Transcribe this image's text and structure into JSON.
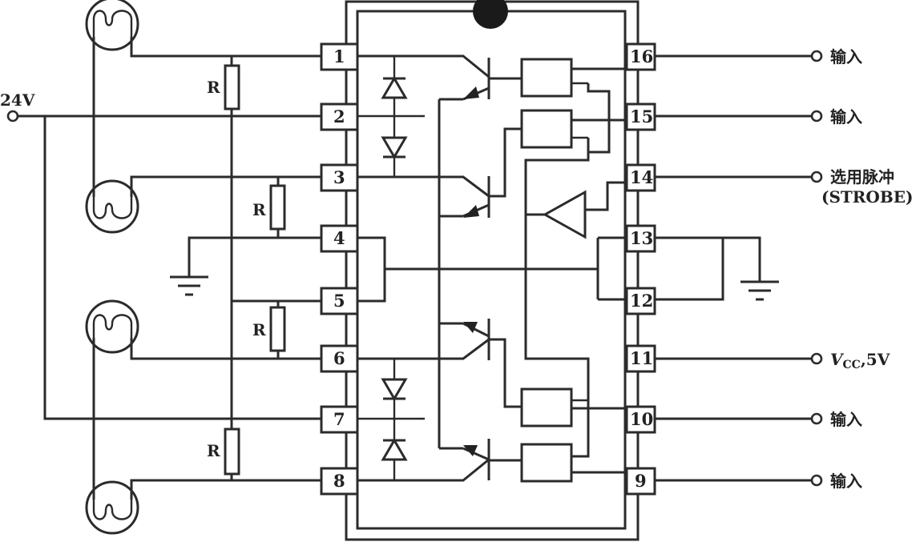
{
  "supply": {
    "label": "24V"
  },
  "resistor_label": "R",
  "pins": {
    "p1": "1",
    "p2": "2",
    "p3": "3",
    "p4": "4",
    "p5": "5",
    "p6": "6",
    "p7": "7",
    "p8": "8",
    "p9": "9",
    "p10": "10",
    "p11": "11",
    "p12": "12",
    "p13": "13",
    "p14": "14",
    "p15": "15",
    "p16": "16"
  },
  "right_labels": {
    "in16": "输入",
    "in15": "输入",
    "strobe_cn": "选用脉冲",
    "strobe_en": "(STROBE)",
    "vcc_v": "V",
    "vcc_sub": "CC",
    "vcc_rest": ",5V",
    "in10": "输入",
    "in9": "输入"
  },
  "colors": {
    "ink": "#2b2b2b",
    "background": "#ffffff"
  }
}
